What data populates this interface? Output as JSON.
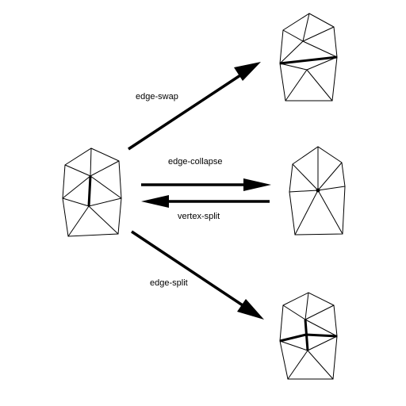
{
  "operations": {
    "edge_swap": "edge-swap",
    "edge_collapse": "edge-collapse",
    "vertex_split": "vertex-split",
    "edge_split": "edge-split"
  }
}
